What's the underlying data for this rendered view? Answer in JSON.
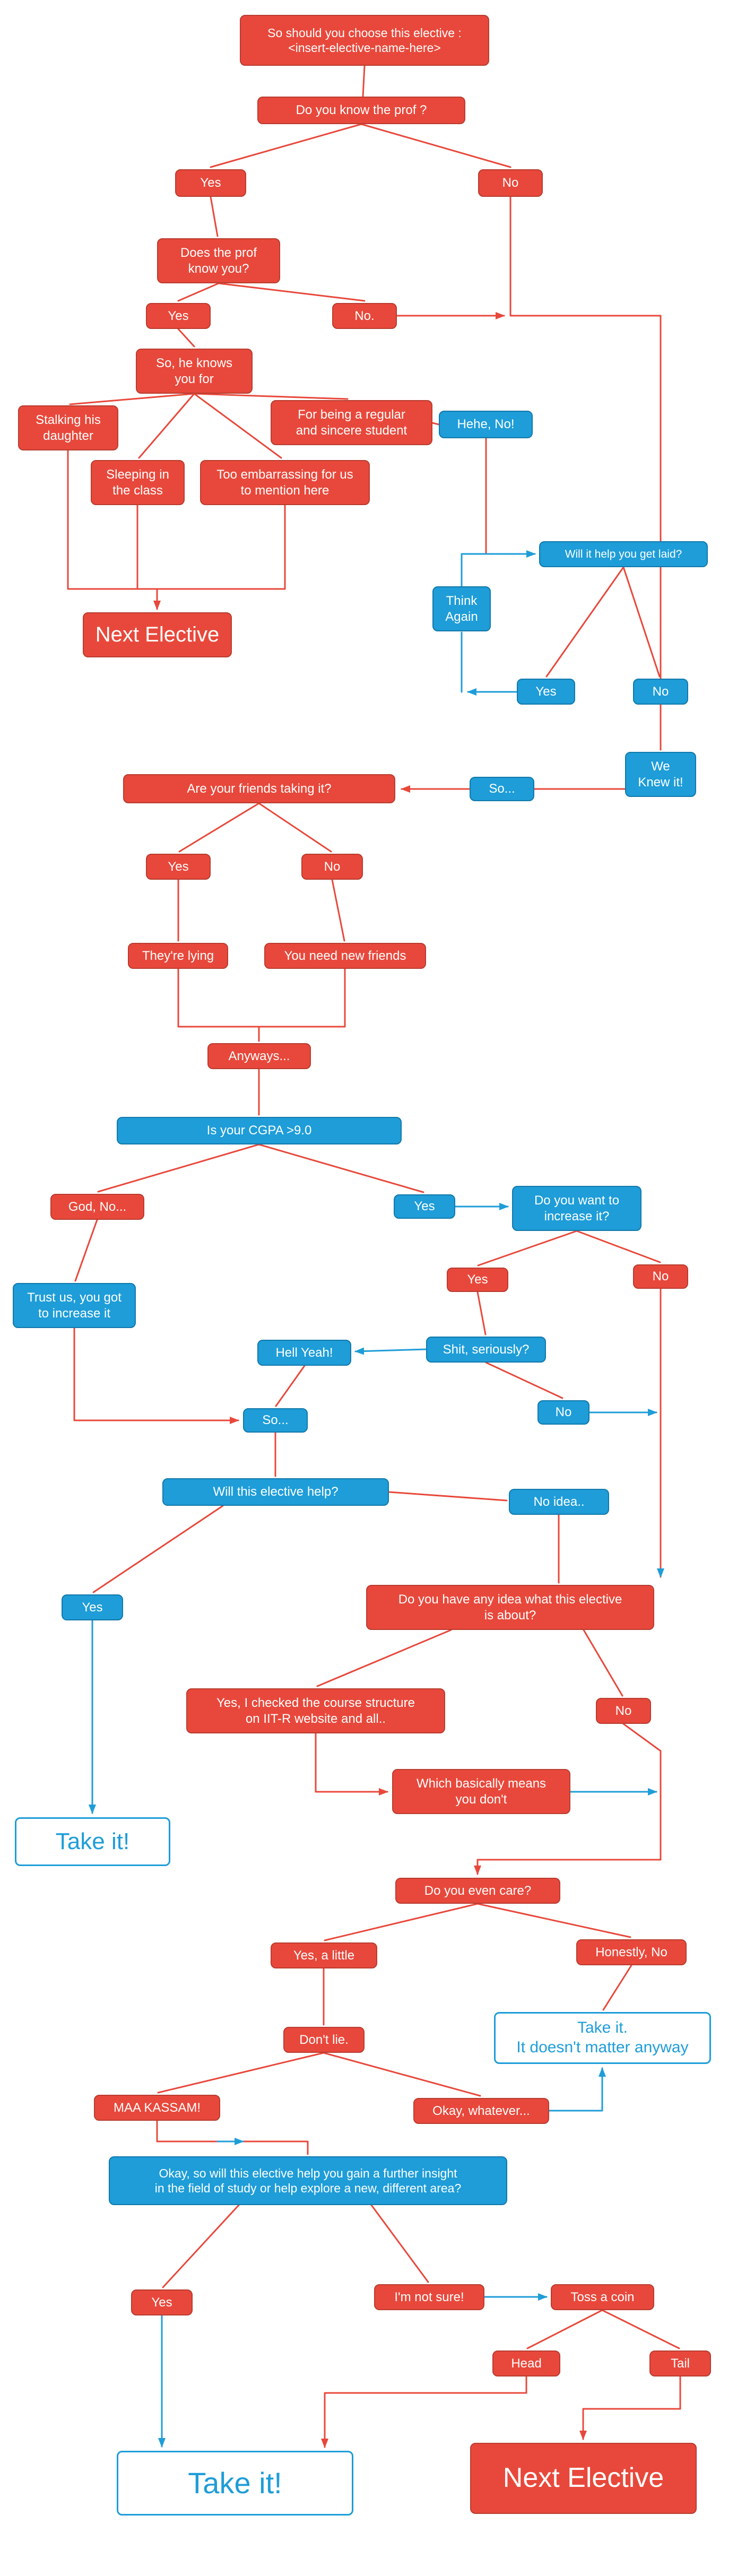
{
  "colors": {
    "red_box": "#e8483b",
    "blue_box": "#1e9dd8",
    "outline_box_border": "#1e9dd8",
    "line_red": "#e8483b",
    "line_blue": "#1e9dd8"
  },
  "nodes": {
    "start": "So should you choose this elective :\n<insert-elective-name-here>",
    "know_prof": "Do you know the prof ?",
    "know_prof_yes": "Yes",
    "know_prof_no": "No",
    "prof_knows_you": "Does the prof\nknow you?",
    "prof_knows_yes": "Yes",
    "prof_knows_no": "No.",
    "knows_you_for": "So, he knows\nyou for",
    "stalking": "Stalking his\ndaughter",
    "regular": "For being a regular\nand sincere student",
    "sleeping": "Sleeping in\nthe class",
    "embarrassing": "Too embarrassing for us\nto mention here",
    "hehe_no": "Hehe, No!",
    "next_elective_1": "Next Elective",
    "get_laid": "Will it help you get laid?",
    "think_again": "Think\nAgain",
    "laid_yes": "Yes",
    "laid_no": "No",
    "we_knew_it": "We\nKnew it!",
    "so_1": "So...",
    "friends": "Are your friends taking it?",
    "friends_yes": "Yes",
    "friends_no": "No",
    "lying": "They're lying",
    "new_friends": "You need new friends",
    "anyways": "Anyways...",
    "cgpa": "Is your CGPA >9.0",
    "god_no": "God, No...",
    "cgpa_yes": "Yes",
    "increase": "Do you want to\nincrease it?",
    "trust_us": "Trust us, you got\nto increase it",
    "increase_yes": "Yes",
    "increase_no": "No",
    "shit_seriously": "Shit, seriously?",
    "hell_yeah": "Hell Yeah!",
    "shit_no": "No",
    "so_2": "So...",
    "elective_help": "Will this elective help?",
    "help_yes": "Yes",
    "no_idea": "No idea..",
    "any_idea": "Do you have any idea what this elective\nis about?",
    "checked": "Yes, I checked the course structure\non IIT-R website and all..",
    "idea_no": "No",
    "basically": "Which basically means\nyou don't",
    "take_it_1": "Take it!",
    "even_care": "Do you even care?",
    "care_little": "Yes, a little",
    "honestly_no": "Honestly, No",
    "take_it_anyway": "Take it.\nIt doesn't matter anyway",
    "dont_lie": "Don't lie.",
    "maa_kassam": "MAA KASSAM!",
    "okay_whatever": "Okay, whatever...",
    "insight": "Okay, so will this elective help you gain a further insight\nin the field of study or help explore a new, different area?",
    "insight_yes": "Yes",
    "not_sure": "I'm not sure!",
    "toss_coin": "Toss a coin",
    "head": "Head",
    "tail": "Tail",
    "take_it_2": "Take it!",
    "next_elective_2": "Next Elective"
  }
}
